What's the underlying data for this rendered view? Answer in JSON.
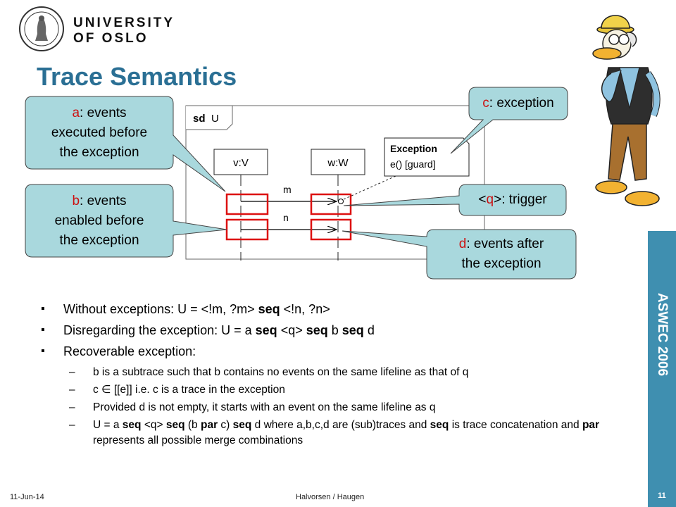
{
  "header": {
    "university_line1": "UNIVERSITY",
    "university_line2": "OF OSLO",
    "title": "Trace Semantics"
  },
  "sidebar": {
    "conference": "ASWEC 2006",
    "page_number": "11",
    "color": "#3f8fb0"
  },
  "diagram": {
    "frame_label_bold": "sd",
    "frame_label_name": "U",
    "lifeline_v": "v:V",
    "lifeline_w": "w:W",
    "message_m": "m",
    "message_n": "n",
    "exception_title": "Exception",
    "exception_body": "e() [guard]"
  },
  "callouts": {
    "a": {
      "letter": "a",
      "line1": ": events",
      "line2": "executed before",
      "line3": "the exception"
    },
    "b": {
      "letter": "b",
      "line1": ": events",
      "line2": "enabled before",
      "line3": "the exception"
    },
    "c": {
      "letter": "c",
      "text": ": exception"
    },
    "q": {
      "open": "<",
      "letter": "q",
      "close": ">",
      "text": ": trigger"
    },
    "d": {
      "letter": "d",
      "line1": ": events after",
      "line2": "the exception"
    },
    "fill": "#a9d8dd",
    "letter_color": "#cc1111"
  },
  "bullets": [
    {
      "parts": [
        "Without exceptions: U = <!m, ?m> ",
        "seq",
        " <!n, ?n>"
      ]
    },
    {
      "parts": [
        "Disregarding the exception: U = a ",
        "seq",
        " <q> ",
        "seq",
        " b ",
        "seq",
        " d"
      ]
    },
    {
      "parts": [
        "Recoverable exception:"
      ]
    }
  ],
  "subbullets": [
    {
      "dash": "–",
      "text": "b is a subtrace such that b contains no events on the same lifeline as that of q"
    },
    {
      "dash": "–",
      "text": "c ∈ [[e]] i.e. c is a trace in the exception"
    },
    {
      "dash": "–",
      "text": "Provided d is not empty, it starts with an event on the same lifeline as q"
    },
    {
      "dash": "–",
      "parts": [
        "U = a ",
        "seq",
        " <q> ",
        "seq",
        " (b ",
        "par",
        " c) ",
        "seq",
        " d where a,b,c,d are (sub)traces and ",
        "seq",
        " is trace concatenation and ",
        "par",
        " represents all possible merge combinations"
      ]
    }
  ],
  "footer": {
    "date": "11-Jun-14",
    "authors": "Halvorsen / Haugen"
  }
}
